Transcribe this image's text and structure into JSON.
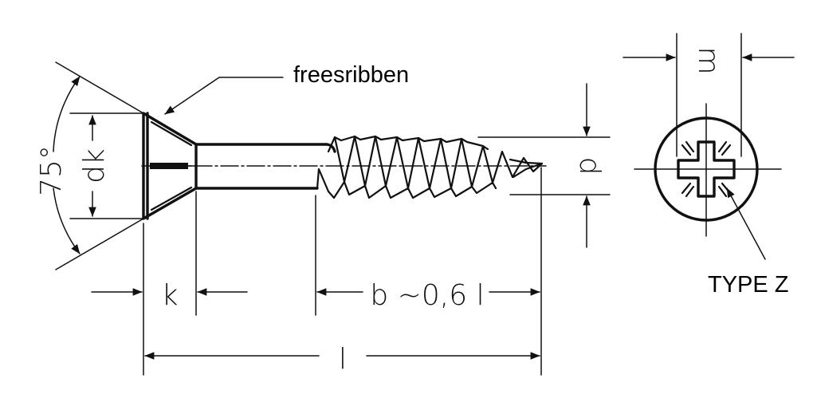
{
  "labels": {
    "freesribben": "freesribben",
    "type_z": "TYPE Z"
  },
  "dimensions": {
    "head_angle": "75°",
    "head_diameter": "dk",
    "head_height": "k",
    "thread_length": "b ~0,6 l",
    "total_length": "l",
    "thread_diameter": "d",
    "recess_size": "m"
  }
}
